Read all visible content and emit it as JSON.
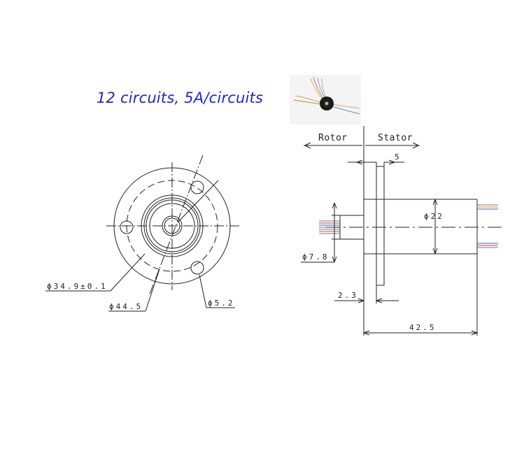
{
  "heading": "12 circuits, 5A/circuits",
  "labels": {
    "rotor": "Rotor",
    "stator": "Stator"
  },
  "dimensions": {
    "inner_circle": "ϕ34.9±0.1",
    "flange": "ϕ44.5",
    "hole": "ϕ5.2",
    "flange_thickness": "5",
    "body": "ϕ22",
    "shaft": "ϕ7.8",
    "offset": "2.3",
    "length": "42.5"
  },
  "colors": {
    "heading": "#2326c8",
    "line": "#222222"
  }
}
